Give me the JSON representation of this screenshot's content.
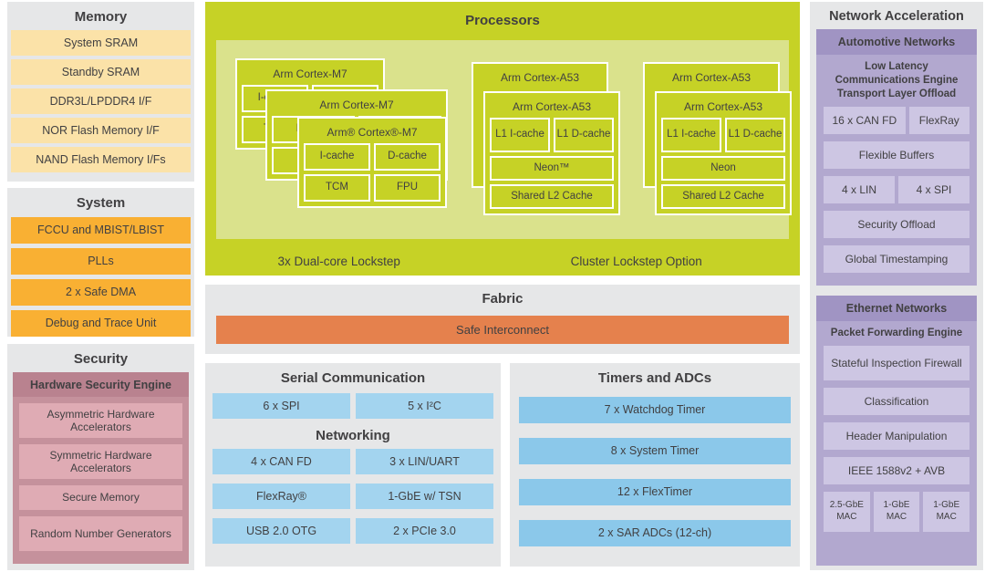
{
  "memory": {
    "title": "Memory",
    "items": [
      "System SRAM",
      "Standby SRAM",
      "DDR3L/LPDDR4 I/F",
      "NOR Flash Memory I/F",
      "NAND Flash Memory I/Fs"
    ]
  },
  "system": {
    "title": "System",
    "items": [
      "FCCU and MBIST/LBIST",
      "PLLs",
      "2 x Safe DMA",
      "Debug and Trace Unit"
    ]
  },
  "security": {
    "title": "Security",
    "engine_header": "Hardware Security Engine",
    "items": [
      "Asymmetric Hardware Accelerators",
      "Symmetric Hardware Accelerators",
      "Secure Memory",
      "Random Number Generators"
    ]
  },
  "processors": {
    "title": "Processors",
    "m7": {
      "back_title": "Arm Cortex-M7",
      "front_title": "Arm® Cortex®-M7",
      "cells": [
        "I-cache",
        "D-cache",
        "TCM",
        "FPU"
      ],
      "caption": "3x Dual-core Lockstep"
    },
    "a53": {
      "title": "Arm Cortex-A53",
      "l1i": "L1 I-cache",
      "l1d": "L1 D-cache",
      "neon_tm": "Neon™",
      "neon": "Neon",
      "l2": "Shared L2 Cache",
      "caption": "Cluster Lockstep Option"
    }
  },
  "fabric": {
    "title": "Fabric",
    "interconnect": "Safe Interconnect"
  },
  "serial": {
    "title": "Serial Communication",
    "row1": [
      "6 x SPI",
      "5 x I²C"
    ],
    "networking_title": "Networking",
    "rows": [
      [
        "4 x CAN FD",
        "3 x LIN/UART"
      ],
      [
        "FlexRay®",
        "1-GbE w/ TSN"
      ],
      [
        "USB 2.0 OTG",
        "2 x PCIe 3.0"
      ]
    ]
  },
  "timers": {
    "title": "Timers and ADCs",
    "items": [
      "7 x Watchdog Timer",
      "8 x System Timer",
      "12 x FlexTimer",
      "2 x SAR ADCs (12-ch)"
    ]
  },
  "network_accel": {
    "title": "Network Acceleration",
    "automotive": {
      "header": "Automotive Networks",
      "engine": "Low Latency Communications Engine Transport Layer Offload",
      "pair1": [
        "16 x CAN FD",
        "FlexRay"
      ],
      "item_buffers": "Flexible Buffers",
      "pair2": [
        "4 x LIN",
        "4 x SPI"
      ],
      "item_security": "Security Offload",
      "item_timestamp": "Global Timestamping"
    },
    "ethernet": {
      "header": "Ethernet Networks",
      "engine": "Packet Forwarding Engine",
      "items": [
        "Stateful Inspection Firewall",
        "Classification",
        "Header Manipulation",
        "IEEE 1588v2 + AVB"
      ],
      "macs": [
        "2.5-GbE MAC",
        "1-GbE MAC",
        "1-GbE MAC"
      ]
    }
  },
  "colors": {
    "background_gray": "#e6e7e8",
    "memory_yellow": "#fbe2a8",
    "system_orange": "#f9b033",
    "security_pink_block": "#c5919c",
    "security_pink_item": "#dfabb4",
    "processor_lime": "#c6d226",
    "processor_panel": "#dae28c",
    "interconnect_orange": "#e5814d",
    "serial_blue": "#a3d4ef",
    "timer_blue": "#8bc8ea",
    "network_purple_block": "#b2a8cf",
    "network_purple_header": "#a094c3",
    "network_purple_item": "#cdc6e3",
    "text": "#414042"
  }
}
